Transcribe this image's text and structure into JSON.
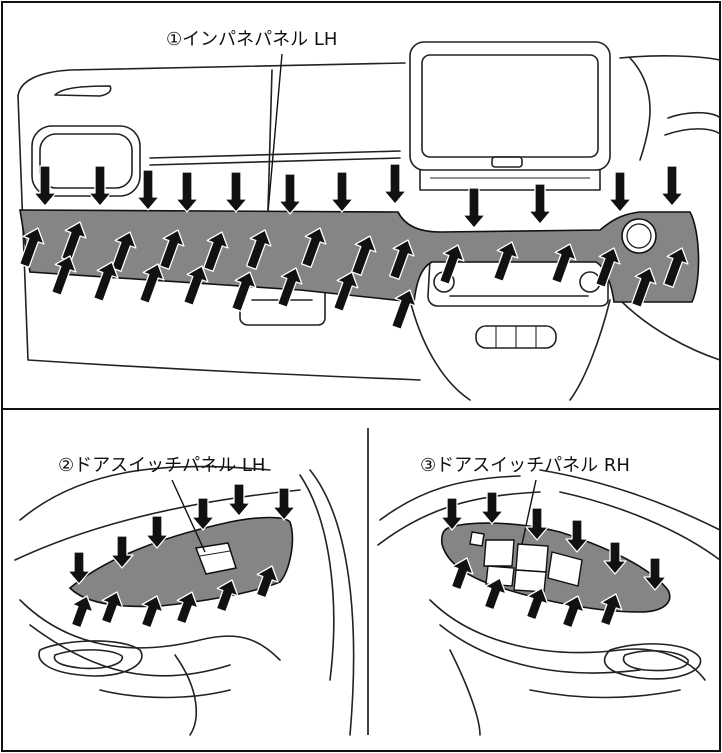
{
  "labels": {
    "instrument_panel_lh": "①インパネパネル LH",
    "door_switch_panel_lh": "②ドアスイッチパネル LH",
    "door_switch_panel_rh": "③ドアスイッチパネル RH"
  },
  "colors": {
    "panel_fill": "#858585",
    "arrow_fill": "#111111",
    "line": "#222222"
  },
  "icons": {
    "arrow_down": "arrow-down-icon",
    "arrow_up": "arrow-up-icon"
  }
}
